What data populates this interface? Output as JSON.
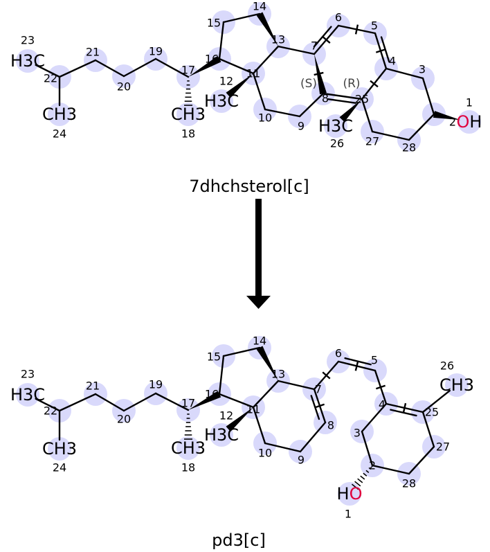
{
  "reaction": {
    "reactant": {
      "name": "7dhchsterol[c]",
      "atoms": [
        "1",
        "2",
        "3",
        "4",
        "5",
        "6",
        "7",
        "8",
        "9",
        "10",
        "11",
        "12",
        "13",
        "14",
        "15",
        "16",
        "17",
        "18",
        "19",
        "20",
        "21",
        "22",
        "23",
        "24",
        "25",
        "26",
        "27",
        "28"
      ],
      "labels": {
        "1": "OH",
        "12": "H3C",
        "18": "CH3",
        "23": "H3C",
        "24": "CH3",
        "26": "H3C"
      },
      "heteroatom_color": {
        "1": "#e0003c"
      },
      "stereo": {
        "8": "(S)",
        "25": "(R)"
      }
    },
    "product": {
      "name": "pd3[c]",
      "atoms": [
        "1",
        "2",
        "3",
        "4",
        "5",
        "6",
        "7",
        "8",
        "9",
        "10",
        "11",
        "12",
        "13",
        "14",
        "15",
        "16",
        "17",
        "18",
        "19",
        "20",
        "21",
        "22",
        "23",
        "24",
        "25",
        "26",
        "27",
        "28"
      ],
      "labels": {
        "1": "HO",
        "12": "H3C",
        "18": "CH3",
        "23": "H3C",
        "24": "CH3",
        "26": "CH3"
      },
      "heteroatom_color": {
        "1": "#e0003c"
      }
    },
    "arrow": "reaction-arrow"
  },
  "colors": {
    "highlight": "#d9d9fb",
    "oxygen": "#e0003c",
    "bond": "#000000"
  }
}
